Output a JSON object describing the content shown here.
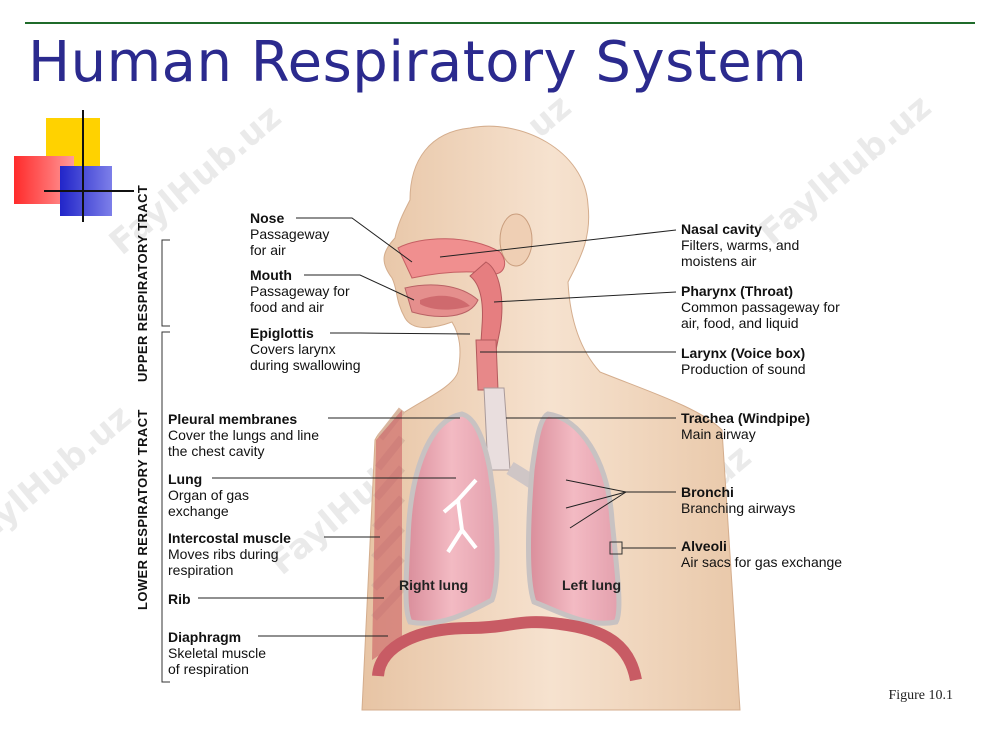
{
  "slide": {
    "title": "Human Respiratory System",
    "figure_caption": "Figure 10.1",
    "watermark": "FaylHub.uz"
  },
  "tracts": {
    "upper": "UPPER RESPIRATORY TRACT",
    "lower": "LOWER RESPIRATORY TRACT"
  },
  "left_labels": [
    {
      "title": "Nose",
      "lines": [
        "Passageway",
        "for air"
      ]
    },
    {
      "title": "Mouth",
      "lines": [
        "Passageway for",
        "food and air"
      ]
    },
    {
      "title": "Epiglottis",
      "lines": [
        "Covers larynx",
        "during swallowing"
      ]
    },
    {
      "title": "Pleural membranes",
      "lines": [
        "Cover the lungs and line",
        "the chest cavity"
      ]
    },
    {
      "title": "Lung",
      "lines": [
        "Organ of gas",
        "exchange"
      ]
    },
    {
      "title": "Intercostal muscle",
      "lines": [
        "Moves ribs during",
        "respiration"
      ]
    },
    {
      "title": "Rib",
      "lines": []
    },
    {
      "title": "Diaphragm",
      "lines": [
        "Skeletal muscle",
        "of respiration"
      ]
    }
  ],
  "right_labels": [
    {
      "title": "Nasal cavity",
      "lines": [
        "Filters, warms, and",
        "moistens air"
      ]
    },
    {
      "title": "Pharynx (Throat)",
      "lines": [
        "Common passageway for",
        "air, food, and liquid"
      ]
    },
    {
      "title": "Larynx (Voice box)",
      "lines": [
        "Production of sound"
      ]
    },
    {
      "title": "Trachea (Windpipe)",
      "lines": [
        "Main airway"
      ]
    },
    {
      "title": "Bronchi",
      "lines": [
        "Branching airways"
      ]
    },
    {
      "title": "Alveoli",
      "lines": [
        "Air sacs for gas exchange"
      ]
    }
  ],
  "lungs": {
    "right": "Right lung",
    "left": "Left lung"
  },
  "colors": {
    "title": "#2b2a8e",
    "rule": "#1f6b2a",
    "skin": "#f1d8c0",
    "airway": "#e98e8e",
    "lung": "#f1b3bd",
    "deco_yellow": "#ffd200",
    "deco_red": "#ff3c3c",
    "deco_blue": "#2d2fd1"
  }
}
